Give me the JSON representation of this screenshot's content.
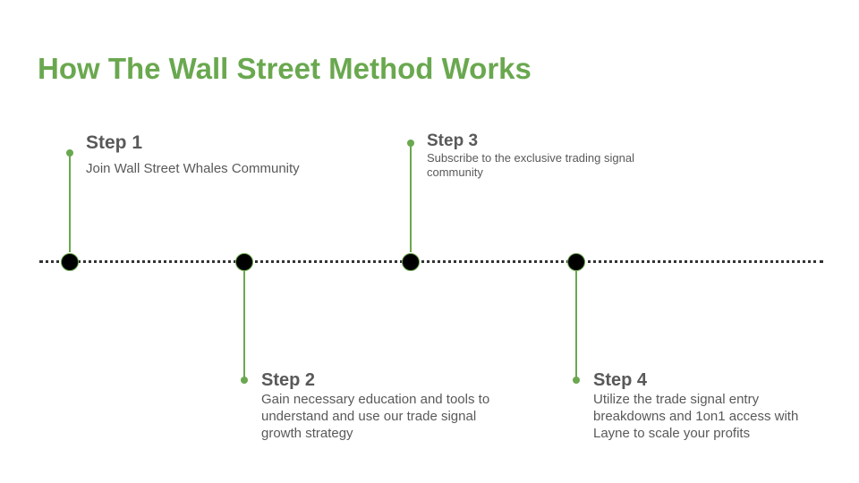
{
  "title": "How The Wall Street Method Works",
  "steps": [
    {
      "title": "Step 1",
      "description": "Join Wall Street Whales Community"
    },
    {
      "title": "Step 2",
      "description": "Gain necessary education and tools to understand and use our trade signal growth strategy"
    },
    {
      "title": "Step 3",
      "description": "Subscribe to the exclusive trading signal community"
    },
    {
      "title": "Step 4",
      "description": "Utilize the trade signal entry breakdowns and 1on1 access with Layne to scale your profits"
    }
  ],
  "colors": {
    "accent": "#6aa84f",
    "text": "#595959",
    "node": "#000000"
  }
}
